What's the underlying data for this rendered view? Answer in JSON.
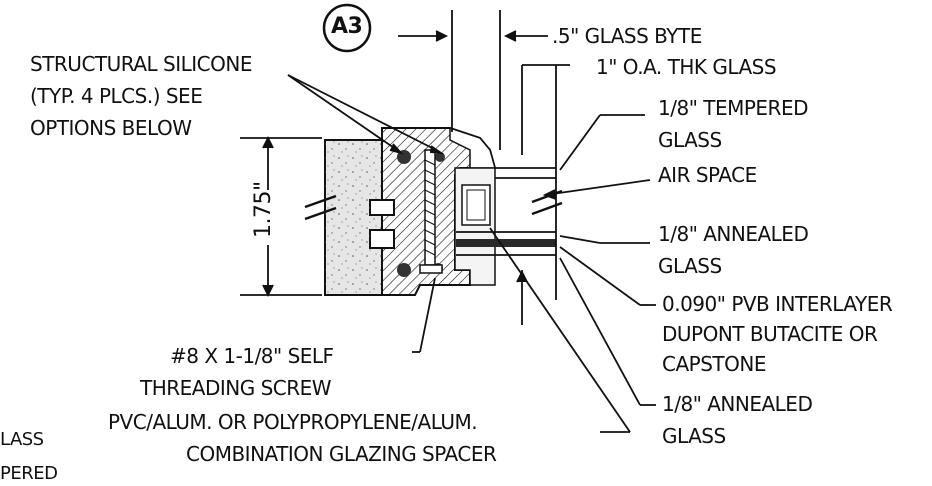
{
  "detail_tag": "A3",
  "dimension_label": "1.75\"",
  "labels": {
    "glass_byte": ".5\" GLASS BYTE",
    "oa_thk_glass": "1\" O.A. THK GLASS",
    "structural_silicone": [
      "STRUCTURAL SILICONE",
      "(TYP. 4 PLCS.) SEE",
      "OPTIONS BELOW"
    ],
    "tempered_glass": [
      "1/8\" TEMPERED",
      "GLASS"
    ],
    "air_space": "AIR SPACE",
    "annealed_glass_1": [
      "1/8\" ANNEALED",
      "GLASS"
    ],
    "pvb_interlayer": [
      "0.090\" PVB INTERLAYER",
      "DUPONT BUTACITE OR",
      "CAPSTONE"
    ],
    "annealed_glass_2": [
      "1/8\" ANNEALED",
      "GLASS"
    ],
    "screw": [
      "#8 X 1-1/8\" SELF",
      "THREADING SCREW"
    ],
    "spacer": [
      "PVC/ALUM. OR POLYPROPYLENE/ALUM.",
      "COMBINATION GLAZING SPACER"
    ],
    "cut_left": [
      "LASS",
      "PERED"
    ]
  },
  "colors": {
    "ink": "#111111",
    "concrete": "#d8d8d8",
    "interlayer": "#2a2a2a"
  }
}
